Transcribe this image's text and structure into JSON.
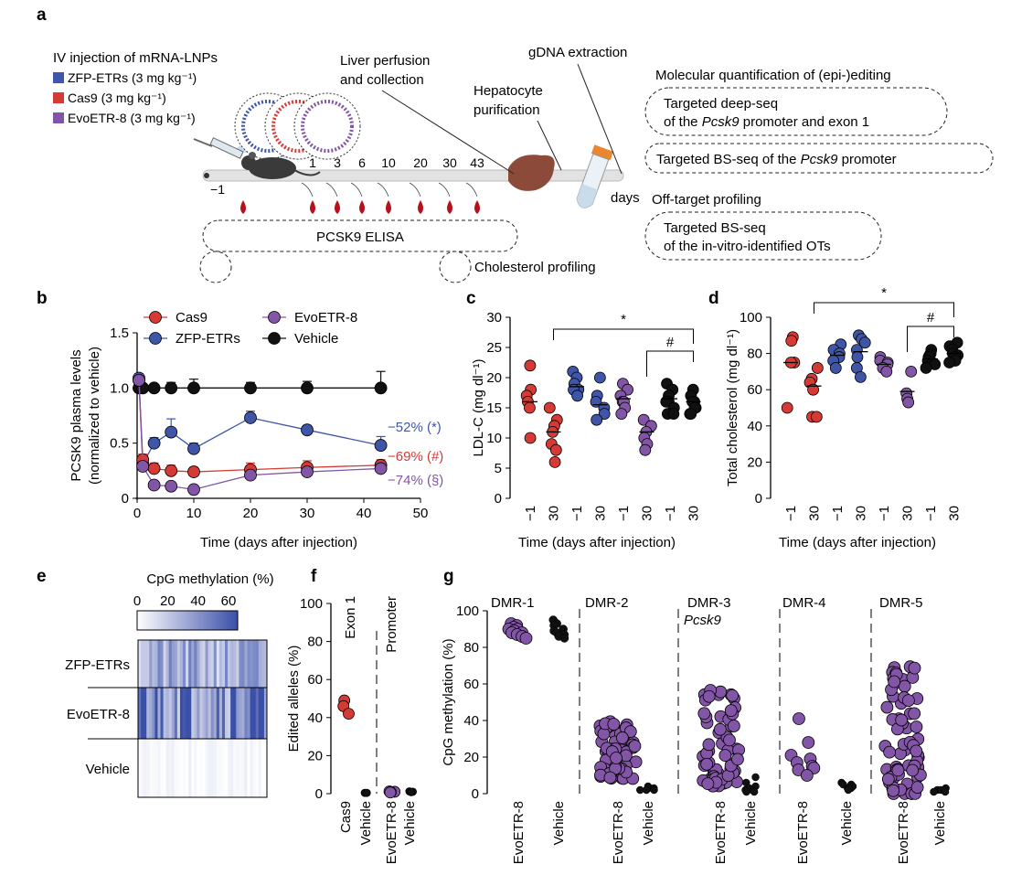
{
  "colors": {
    "zfp": "#3f56a8",
    "cas9": "#d53a35",
    "evo": "#8355a6",
    "vehicle": "#111111",
    "heatmap_max": "#3a4fa8"
  },
  "panel_a": {
    "panel_label": "a",
    "injection_title": "IV injection of mRNA-LNPs",
    "legend": [
      {
        "label": "ZFP-ETRs (3 mg kg⁻¹)",
        "color": "#3f56a8"
      },
      {
        "label": "Cas9 (3 mg kg⁻¹)",
        "color": "#d53a35"
      },
      {
        "label": "EvoETR-8 (3 mg kg⁻¹)",
        "color": "#8355a6"
      }
    ],
    "timepoints": [
      "-1",
      "1",
      "3",
      "6",
      "10",
      "20",
      "30",
      "43"
    ],
    "days_label": "days",
    "liver_perfusion": [
      "Liver perfusion",
      "and collection"
    ],
    "hepatocyte": [
      "Hepatocyte",
      "purification"
    ],
    "gdna": "gDNA extraction",
    "molecular_title": "Molecular quantification of (epi-)editing",
    "box_deepseq": [
      "Targeted deep-seq",
      "of the ",
      "Pcsk9",
      " promoter and exon 1"
    ],
    "box_bsseq": [
      "Targeted BS-seq of the ",
      "Pcsk9",
      " promoter"
    ],
    "offtarget_title": "Off-target profiling",
    "box_ot": [
      "Targeted BS-seq",
      "of the in-vitro-identified OTs"
    ],
    "elisa": "PCSK9 ELISA",
    "cholesterol": "Cholesterol profiling"
  },
  "chart_data": [
    {
      "panel": "b",
      "type": "line",
      "xlabel": "Time (days after injection)",
      "ylabel": [
        "PCSK9 plasma levels",
        "(normalized to vehicle)"
      ],
      "xlim": [
        0,
        50
      ],
      "ylim": [
        0,
        1.5
      ],
      "xticks": [
        0,
        10,
        20,
        30,
        40,
        50
      ],
      "yticks": [
        0,
        0.5,
        1.0,
        1.5
      ],
      "ytick_labels": [
        "0",
        "0.5",
        "1.0",
        "1.5"
      ],
      "x": [
        -1,
        1,
        3,
        6,
        10,
        20,
        30,
        43
      ],
      "legend": [
        "Cas9",
        "ZFP-ETRs",
        "EvoETR-8",
        "Vehicle"
      ],
      "series": [
        {
          "name": "Vehicle",
          "values": [
            1.0,
            1.0,
            1.0,
            1.0,
            1.0,
            1.0,
            1.0,
            1.0
          ],
          "err": [
            0.02,
            0.02,
            0.02,
            0.05,
            0.08,
            0.05,
            0.06,
            0.15
          ],
          "color": "#111111"
        },
        {
          "name": "ZFP-ETRs",
          "values": [
            1.09,
            0.31,
            0.5,
            0.6,
            0.45,
            0.73,
            0.62,
            0.48
          ],
          "err": [
            0.04,
            0.03,
            0.05,
            0.12,
            0.05,
            0.06,
            0.04,
            0.08
          ],
          "color": "#3f56a8",
          "annotation": "−52% (*)"
        },
        {
          "name": "Cas9",
          "values": [
            1.07,
            0.35,
            0.27,
            0.25,
            0.24,
            0.26,
            0.28,
            0.3
          ],
          "err": [
            0.05,
            0.05,
            0.05,
            0.05,
            0.04,
            0.06,
            0.06,
            0.05
          ],
          "color": "#d53a35",
          "annotation": "−69% (#)"
        },
        {
          "name": "EvoETR-8",
          "values": [
            1.07,
            0.29,
            0.12,
            0.11,
            0.08,
            0.21,
            0.24,
            0.27
          ],
          "err": [
            0.04,
            0.03,
            0.02,
            0.02,
            0.02,
            0.04,
            0.03,
            0.05
          ],
          "color": "#8355a6",
          "annotation": "−74% (§)"
        }
      ]
    },
    {
      "panel": "c",
      "type": "scatter",
      "ylabel": "LDL-C (mg dl⁻¹)",
      "xlabel": "Time (days after injection)",
      "ylim": [
        0,
        30
      ],
      "yticks": [
        0,
        5,
        10,
        15,
        20,
        25,
        30
      ],
      "tick_labels": [
        "−1",
        "30",
        "−1",
        "30",
        "−1",
        "30",
        "−1",
        "30"
      ],
      "significance": [
        "*",
        "#"
      ],
      "groups": [
        {
          "name": "Cas9",
          "time": "-1",
          "values": [
            22,
            18,
            17,
            16,
            15,
            10
          ],
          "mean": 16,
          "color": "#d53a35"
        },
        {
          "name": "Cas9",
          "time": "30",
          "values": [
            15,
            13,
            12,
            11,
            9,
            8,
            6
          ],
          "mean": 11,
          "color": "#d53a35"
        },
        {
          "name": "ZFP-ETRs",
          "time": "-1",
          "values": [
            21,
            20,
            19,
            18,
            18,
            17
          ],
          "mean": 18.5,
          "color": "#3f56a8"
        },
        {
          "name": "ZFP-ETRs",
          "time": "30",
          "values": [
            20,
            17,
            16,
            15,
            14,
            13
          ],
          "mean": 15.5,
          "color": "#3f56a8"
        },
        {
          "name": "EvoETR-8",
          "time": "-1",
          "values": [
            19,
            18,
            17,
            16,
            16,
            15,
            14
          ],
          "mean": 16.5,
          "color": "#8355a6"
        },
        {
          "name": "EvoETR-8",
          "time": "30",
          "values": [
            13,
            12,
            11,
            10,
            9,
            8
          ],
          "mean": 11,
          "color": "#8355a6"
        },
        {
          "name": "Vehicle",
          "time": "-1",
          "values": [
            19,
            18,
            17,
            16,
            16,
            15,
            14,
            14
          ],
          "mean": 16.5,
          "color": "#111111"
        },
        {
          "name": "Vehicle",
          "time": "30",
          "values": [
            18,
            17,
            16,
            16,
            15,
            15,
            14,
            14
          ],
          "mean": 16,
          "color": "#111111"
        }
      ]
    },
    {
      "panel": "d",
      "type": "scatter",
      "ylabel": "Total cholesterol (mg dl⁻¹)",
      "xlabel": "Time (days after injection)",
      "ylim": [
        0,
        100
      ],
      "yticks": [
        0,
        20,
        40,
        60,
        80,
        100
      ],
      "tick_labels": [
        "−1",
        "30",
        "−1",
        "30",
        "−1",
        "30",
        "−1",
        "30"
      ],
      "significance": [
        "*",
        "#"
      ],
      "groups": [
        {
          "name": "Cas9",
          "time": "-1",
          "values": [
            89,
            87,
            75,
            75,
            50
          ],
          "mean": 75,
          "color": "#d53a35"
        },
        {
          "name": "Cas9",
          "time": "30",
          "values": [
            72,
            66,
            64,
            60,
            45,
            45
          ],
          "mean": 62,
          "color": "#d53a35"
        },
        {
          "name": "ZFP-ETRs",
          "time": "-1",
          "values": [
            85,
            82,
            80,
            78,
            76,
            72
          ],
          "mean": 79,
          "color": "#3f56a8"
        },
        {
          "name": "ZFP-ETRs",
          "time": "30",
          "values": [
            90,
            88,
            86,
            82,
            78,
            72,
            67
          ],
          "mean": 81,
          "color": "#3f56a8"
        },
        {
          "name": "EvoETR-8",
          "time": "-1",
          "values": [
            78,
            76,
            75,
            74,
            72,
            70
          ],
          "mean": 74,
          "color": "#8355a6"
        },
        {
          "name": "EvoETR-8",
          "time": "30",
          "values": [
            70,
            58,
            55,
            53
          ],
          "mean": 59,
          "color": "#8355a6"
        },
        {
          "name": "Vehicle",
          "time": "-1",
          "values": [
            82,
            80,
            79,
            78,
            76,
            75,
            74,
            72
          ],
          "mean": 77,
          "color": "#111111"
        },
        {
          "name": "Vehicle",
          "time": "30",
          "values": [
            86,
            84,
            82,
            80,
            79,
            78,
            76,
            75
          ],
          "mean": 80,
          "color": "#111111"
        }
      ]
    },
    {
      "panel": "e",
      "type": "heatmap",
      "title": "CpG methylation (%)",
      "scale_ticks": [
        0,
        20,
        40,
        60
      ],
      "rows": [
        "ZFP-ETRs",
        "EvoETR-8",
        "Vehicle"
      ],
      "row_mean": [
        25,
        45,
        3
      ]
    },
    {
      "panel": "f",
      "type": "scatter",
      "ylabel": "Edited alleles (%)",
      "ylim": [
        0,
        100
      ],
      "yticks": [
        0,
        20,
        40,
        60,
        80,
        100
      ],
      "section_labels": [
        "Exon 1",
        "Promoter"
      ],
      "categories": [
        "Cas9",
        "Vehicle",
        "EvoETR-8",
        "Vehicle"
      ],
      "groups": [
        {
          "name": "Cas9",
          "values": [
            49,
            46,
            42
          ],
          "color": "#d53a35"
        },
        {
          "name": "Vehicle",
          "values": [
            0.4,
            0.4
          ],
          "color": "#111111"
        },
        {
          "name": "EvoETR-8",
          "values": [
            1.2,
            1.0,
            0.8,
            0.6
          ],
          "color": "#8355a6"
        },
        {
          "name": "Vehicle",
          "values": [
            1.2,
            1.0,
            0.8
          ],
          "color": "#111111"
        }
      ]
    },
    {
      "panel": "g",
      "type": "scatter",
      "ylabel": "CpG methylation (%)",
      "ylim": [
        0,
        100
      ],
      "yticks": [
        0,
        20,
        40,
        60,
        80,
        100
      ],
      "regions": [
        "DMR-1",
        "DMR-2",
        "DMR-3",
        "DMR-4",
        "DMR-5"
      ],
      "region_sublabel": "Pcsk9",
      "categories": [
        "EvoETR-8",
        "Vehicle"
      ],
      "groups": [
        {
          "region": "DMR-1",
          "evo": [
            93,
            92,
            91,
            90,
            90,
            89,
            88,
            88,
            87,
            86,
            85
          ],
          "veh": [
            95,
            93,
            92,
            90,
            89,
            88,
            87,
            86,
            85
          ]
        },
        {
          "region": "DMR-2",
          "evo_range": [
            8,
            41
          ],
          "evo_n": 70,
          "veh": [
            4,
            3,
            3,
            2,
            2,
            2
          ]
        },
        {
          "region": "DMR-3",
          "evo_range": [
            4,
            58
          ],
          "evo_n": 60,
          "veh": [
            9,
            6,
            4,
            3,
            2,
            2,
            1,
            1
          ]
        },
        {
          "region": "DMR-4",
          "evo": [
            41,
            28,
            21,
            19,
            17,
            15,
            14,
            13,
            10
          ],
          "veh": [
            6,
            5,
            5,
            4,
            3,
            3,
            3,
            2
          ]
        },
        {
          "region": "DMR-5",
          "evo_range": [
            0,
            71
          ],
          "evo_n": 70,
          "veh": [
            3,
            2,
            2,
            2,
            1,
            1
          ]
        }
      ]
    }
  ]
}
